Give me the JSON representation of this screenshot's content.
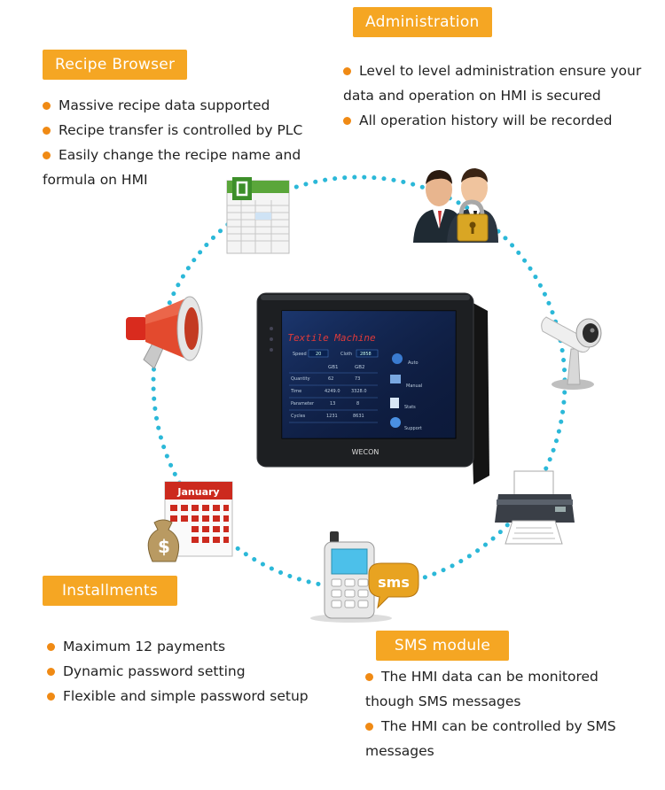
{
  "recipe": {
    "title": "Recipe Browser",
    "items": [
      "Massive recipe data supported",
      "Recipe transfer is controlled by PLC",
      "Easily change the recipe name and formula on HMI"
    ]
  },
  "admin": {
    "title": "Administration",
    "items": [
      "Level to level administration ensure your data and operation on HMI is secured",
      "All operation history will be recorded"
    ]
  },
  "installments": {
    "title": "Installments",
    "items": [
      "Maximum 12 payments",
      "Dynamic password setting",
      "Flexible and simple password setup"
    ]
  },
  "sms": {
    "title": "SMS module",
    "items": [
      "The HMI data can be monitored though SMS messages",
      "The HMI can be controlled by SMS messages"
    ]
  },
  "hmi": {
    "screen_title": "Textile Machine",
    "brand": "WECON",
    "speed_label": "Speed",
    "speed_value": "20",
    "cloth_label": "Cloth",
    "cloth_value": "2858",
    "col1": "GB1",
    "col2": "GB2",
    "rows": [
      {
        "label": "Quantity",
        "v1": "62",
        "v2": "73"
      },
      {
        "label": "Time",
        "v1": "4249.0",
        "v2": "3328.0"
      },
      {
        "label": "Parameter",
        "v1": "13",
        "v2": "8"
      },
      {
        "label": "Cycles",
        "v1": "1231",
        "v2": "8631"
      }
    ],
    "buttons": [
      "Auto",
      "Manual",
      "Stats",
      "Support"
    ]
  },
  "calendar_month": "January",
  "sms_bubble": "sms",
  "colors": {
    "accent": "#f5a623",
    "bullet": "#f08a14",
    "dots": "#2bb8d8"
  }
}
